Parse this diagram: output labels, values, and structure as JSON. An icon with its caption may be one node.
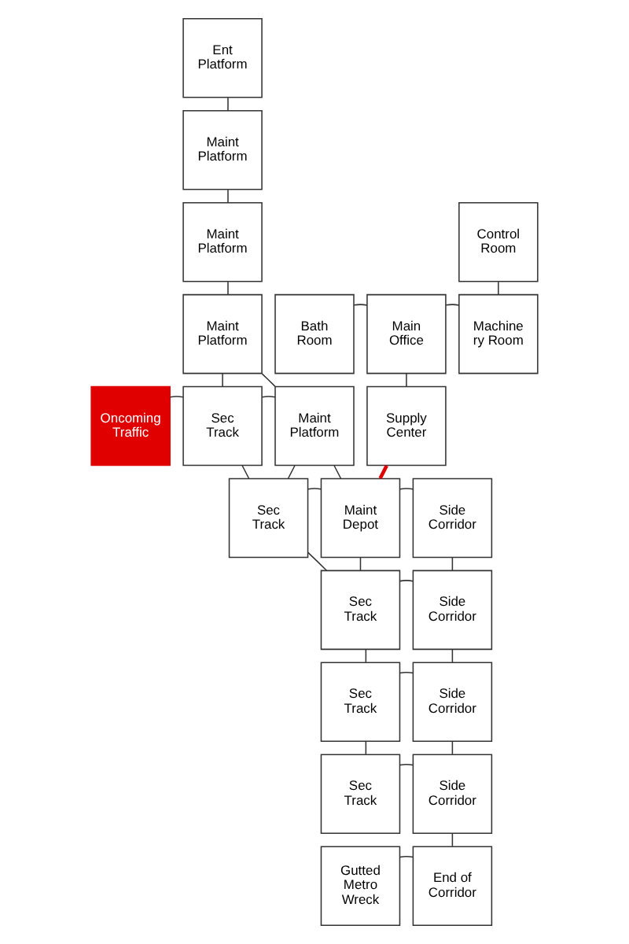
{
  "diagram": {
    "nodes": [
      {
        "text": [
          "Ent Platform"
        ]
      },
      {
        "text": [
          "Maint Platform"
        ]
      },
      {
        "text": [
          "Maint Platform"
        ]
      },
      {
        "text": [
          "Control Room"
        ]
      },
      {
        "text": [
          "Maint Platform"
        ]
      },
      {
        "text": [
          "Bath Room"
        ]
      },
      {
        "text": [
          "Main Office"
        ]
      },
      {
        "text": [
          "Machine ry Room"
        ]
      },
      {
        "text": [
          "Oncoming Traffic"
        ]
      },
      {
        "text": [
          "Sec Track"
        ]
      },
      {
        "text": [
          "Maint Platform"
        ]
      },
      {
        "text": [
          "Supply Center"
        ]
      },
      {
        "text": [
          "Sec Track"
        ]
      },
      {
        "text": [
          "Maint Depot"
        ]
      },
      {
        "text": [
          "Side Corridor"
        ]
      },
      {
        "text": [
          "Sec Track"
        ]
      },
      {
        "text": [
          "Side Corridor"
        ]
      },
      {
        "text": [
          "Sec Track"
        ]
      },
      {
        "text": [
          "Side Corridor"
        ]
      },
      {
        "text": [
          "Sec Track"
        ]
      },
      {
        "text": [
          "Side Corridor"
        ]
      },
      {
        "text": [
          "Gutted Metro Wreck"
        ]
      },
      {
        "text": [
          "End of Corridor"
        ]
      }
    ],
    "edges": [
      {
        "from": 0,
        "to": 1,
        "arrow": "none"
      },
      {
        "from": 1,
        "to": 2,
        "arrow": "none"
      },
      {
        "from": 2,
        "to": 4,
        "arrow": "none"
      },
      {
        "from": 3,
        "to": 7,
        "arrow": "none"
      },
      {
        "from": 4,
        "to": 9,
        "arrow": "none"
      },
      {
        "from": 4,
        "to": 10,
        "arrow": "none"
      },
      {
        "from": 5,
        "to": 6,
        "arrow": "none"
      },
      {
        "from": 6,
        "to": 7,
        "arrow": "none"
      },
      {
        "from": 6,
        "to": 11,
        "arrow": "none"
      },
      {
        "from": 8,
        "to": 9,
        "arrow": "none"
      },
      {
        "from": 9,
        "to": 10,
        "arrow": "none"
      },
      {
        "from": 9,
        "to": 12,
        "arrow": "none"
      },
      {
        "from": 10,
        "to": 12,
        "arrow": "none"
      },
      {
        "from": 10,
        "to": 13,
        "arrow": "none"
      },
      {
        "from": 11,
        "to": 13,
        "arrow": "none",
        "style": "thick",
        "color": "#e00000"
      },
      {
        "from": 12,
        "to": 13,
        "arrow": "none"
      },
      {
        "from": 12,
        "to": 15,
        "arrow": "none"
      },
      {
        "from": 13,
        "to": 14,
        "arrow": "none"
      },
      {
        "from": 13,
        "to": 15,
        "arrow": "none"
      },
      {
        "from": 14,
        "to": 16,
        "arrow": "none"
      },
      {
        "from": 15,
        "to": 16,
        "arrow": "none"
      },
      {
        "from": 15,
        "to": 17,
        "arrow": "none"
      },
      {
        "from": 16,
        "to": 18,
        "arrow": "none"
      },
      {
        "from": 17,
        "to": 18,
        "arrow": "none"
      },
      {
        "from": 17,
        "to": 19,
        "arrow": "none"
      },
      {
        "from": 18,
        "to": 20,
        "arrow": "none"
      },
      {
        "from": 19,
        "to": 20,
        "arrow": "none"
      },
      {
        "from": 20,
        "to": 22,
        "arrow": "none"
      },
      {
        "from": 21,
        "to": 22,
        "arrow": "none"
      }
    ]
  }
}
